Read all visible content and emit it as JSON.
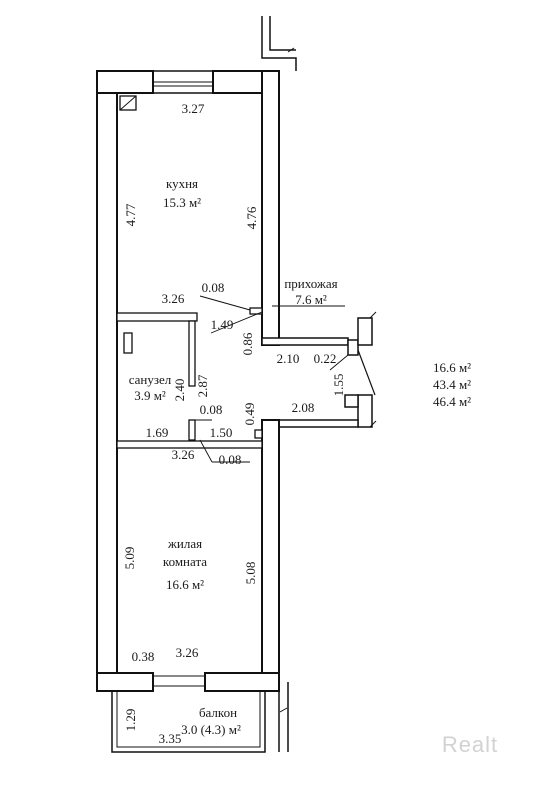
{
  "rooms": {
    "kitchen": {
      "name": "кухня",
      "area": "15.3 м²"
    },
    "hallway": {
      "name": "прихожая",
      "area": "7.6 м²"
    },
    "bathroom": {
      "name": "санузел",
      "area": "3.9 м²"
    },
    "living": {
      "name_line1": "жилая",
      "name_line2": "комната",
      "area": "16.6 м²"
    },
    "balcony": {
      "name": "балкон",
      "area": "3.0 (4.3) м²"
    }
  },
  "dimensions": {
    "kitchen_top": "3.27",
    "kitchen_left": "4.77",
    "kitchen_right": "4.76",
    "kitchen_bottom": "3.26",
    "wall_top": "0.08",
    "hall_passage": "1.49",
    "door_a": "0.86",
    "hall_top": "2.10",
    "hall_jog": "0.22",
    "hall_side": "1.55",
    "hall_bottom": "2.08",
    "bath_inner": "2.87",
    "bath_height": "2.40",
    "bath_wall": "0.08",
    "bath_door": "1.50",
    "bath_width": "1.69",
    "door_b": "0.49",
    "living_top": "3.26",
    "living_wall": "0.08",
    "living_left": "5.09",
    "living_right": "5.08",
    "living_bottom": "3.26",
    "sill": "0.38",
    "balcony_depth": "1.29",
    "balcony_width": "3.35"
  },
  "totals": [
    "16.6 м²",
    "43.4 м²",
    "46.4 м²"
  ],
  "watermark": "Realt"
}
